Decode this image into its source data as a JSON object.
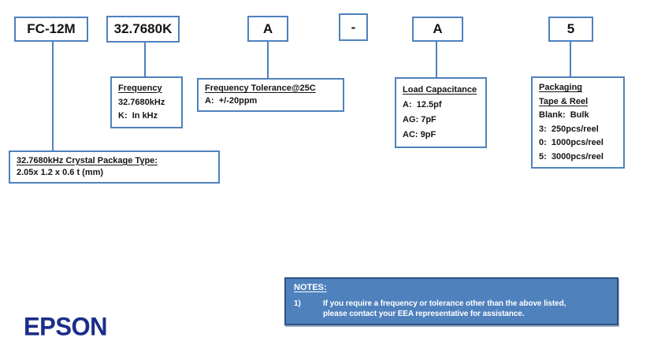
{
  "part_number": {
    "segments": [
      "FC-12M",
      "32.7680K",
      "A",
      "-",
      "A",
      "5"
    ]
  },
  "frequency": {
    "title": "Frequency",
    "value": "32.7680kHz",
    "unit_note": "K:  In kHz"
  },
  "tolerance": {
    "title": "Frequency Tolerance@25C",
    "option_a": "A:  +/-20ppm"
  },
  "load_capacitance": {
    "title": "Load Capacitance",
    "option_a": "A:  12.5pf",
    "option_ag": "AG: 7pF",
    "option_ac": "AC: 9pF"
  },
  "packaging": {
    "title": "Packaging",
    "subtitle": "Tape & Reel",
    "option_blank": "Blank:  Bulk",
    "option_3": "3:  250pcs/reel",
    "option_0": "0:  1000pcs/reel",
    "option_5": "5:  3000pcs/reel"
  },
  "package_type": {
    "title": "32.7680kHz Crystal Package Type:",
    "dimensions": "2.05x 1.2 x 0.6 t (mm)"
  },
  "notes": {
    "title": "NOTES:",
    "item_number": "1)",
    "item_text_line1": "If you require a frequency or tolerance other than the above listed,",
    "item_text_line2": "please contact your EEA representative for assistance."
  },
  "logo": {
    "text": "EPSON"
  },
  "colors": {
    "diagram_blue": "#4f81bd",
    "notes_background": "#4f81bd",
    "notes_border": "#2e5380",
    "logo_blue": "#1b2d8a",
    "text_black": "#141414"
  }
}
